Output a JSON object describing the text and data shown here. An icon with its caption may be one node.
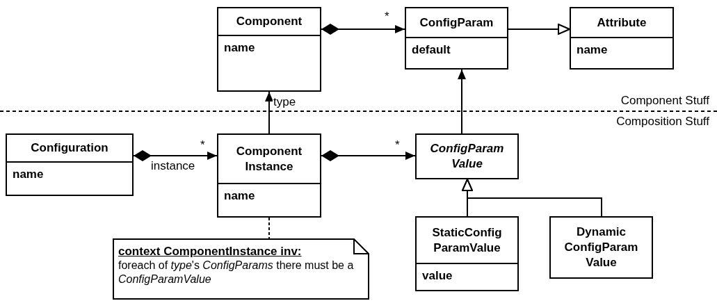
{
  "diagram": {
    "nodes": [
      {
        "text": [
          "Component",
          "name"
        ]
      },
      {
        "text": [
          "ConfigParam",
          "default"
        ]
      },
      {
        "text": [
          "Attribute",
          "name"
        ]
      },
      {
        "text": [
          "Configuration",
          "name"
        ]
      },
      {
        "text": [
          "Component Instance",
          "name"
        ]
      },
      {
        "text": [
          "ConfigParam Value"
        ]
      },
      {
        "text": [
          "StaticConfig ParamValue",
          "value"
        ]
      },
      {
        "text": [
          "Dynamic ConfigParam Value"
        ]
      },
      {
        "text": [
          "context ComponentInstance inv:",
          "foreach of *type*'s *ConfigParams* there must be a *ConfigParamValue*"
        ]
      }
    ],
    "edges": [
      {
        "from": 0,
        "to": 1,
        "arrow": "to"
      },
      {
        "from": 1,
        "to": 2,
        "arrow": "to"
      },
      {
        "from": 4,
        "to": 0,
        "arrow": "to",
        "label": "type"
      },
      {
        "from": 5,
        "to": 1,
        "arrow": "to"
      },
      {
        "from": 3,
        "to": 4,
        "arrow": "to",
        "label": "instance"
      },
      {
        "from": 4,
        "to": 5,
        "arrow": "to"
      },
      {
        "from": 6,
        "to": 5,
        "arrow": "to"
      },
      {
        "from": 7,
        "to": 5,
        "arrow": "to"
      },
      {
        "from": 4,
        "to": 8,
        "arrow": "none",
        "style": "dashed"
      }
    ],
    "labels": [
      "*",
      "Component Stuff",
      "Composition Stuff",
      "*",
      "*"
    ]
  }
}
